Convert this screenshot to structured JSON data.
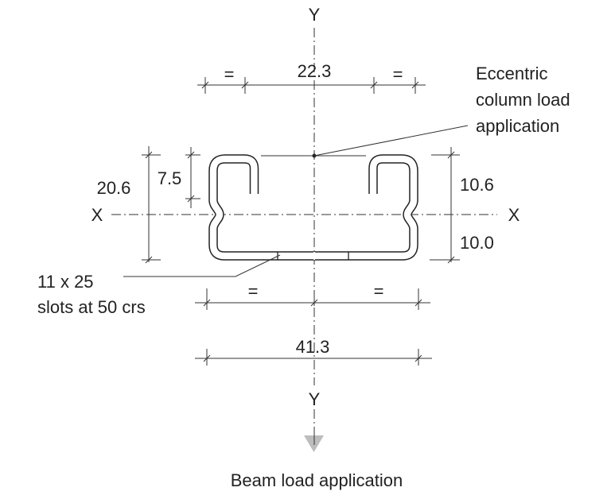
{
  "axes": {
    "y_top": "Y",
    "y_bottom": "Y",
    "x_left": "X",
    "x_right": "X"
  },
  "dimensions": {
    "top_width": "22.3",
    "top_equal_left": "=",
    "top_equal_right": "=",
    "overall_height": "20.6",
    "lip_depth": "7.5",
    "upper_height": "10.6",
    "lower_height": "10.0",
    "bottom_equal_left": "=",
    "bottom_equal_right": "=",
    "overall_width": "41.3"
  },
  "annotations": {
    "eccentric": [
      "Eccentric",
      "column load",
      "application"
    ],
    "slots": [
      "11 x 25",
      "slots at 50 crs"
    ],
    "beam_load": "Beam load application"
  },
  "colors": {
    "line": "#333333",
    "arrow": "#bdbdbd"
  }
}
